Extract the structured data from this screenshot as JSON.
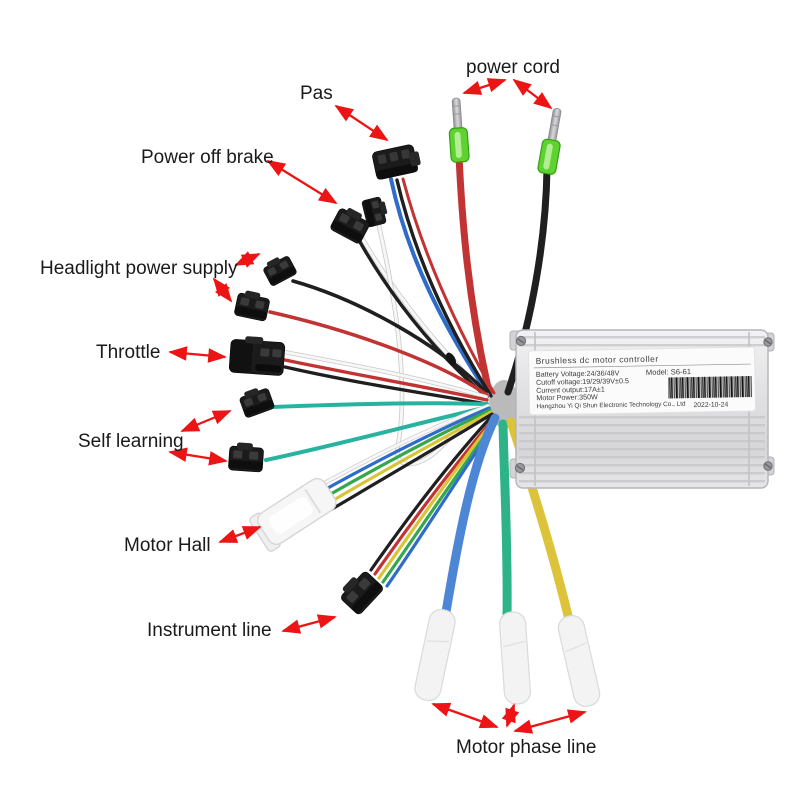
{
  "labels": {
    "pas": "Pas",
    "power_cord": "power cord",
    "power_off_brake": "Power off brake",
    "headlight": "Headlight power supply",
    "throttle": "Throttle",
    "self_learning": "Self learning",
    "motor_hall": "Motor Hall",
    "instrument_line": "Instrument line",
    "motor_phase_line": "Motor phase line"
  },
  "sticker": {
    "title": "Brushless dc motor controller",
    "battery": "Battery Voltage:24/36/48V",
    "cutoff": "Cutoff voltage:19/29/39V±0.5",
    "current": "Current output:17A±1",
    "power": "Motor Power:350W",
    "company": "Hangzhou Yi Qi Shun Electronic Technology Co., Ltd",
    "model": "Model: S6-61",
    "date": "2022-10-24"
  },
  "colors": {
    "annotation_red": "#ec1414",
    "wire_red": "#c23434",
    "wire_black": "#1f1f1f",
    "wire_blue": "#2f6cc9",
    "wire_teal": "#28b2a0",
    "wire_green": "#35a84d",
    "wire_yellow": "#d9c435",
    "wire_white": "#f7f7f7",
    "wire_white_edge": "#c9c9c9",
    "phase_blue": "#4e86d6",
    "phase_green": "#2db387",
    "phase_yellow": "#dcc33a",
    "terminal_green": "#5ed32f"
  }
}
